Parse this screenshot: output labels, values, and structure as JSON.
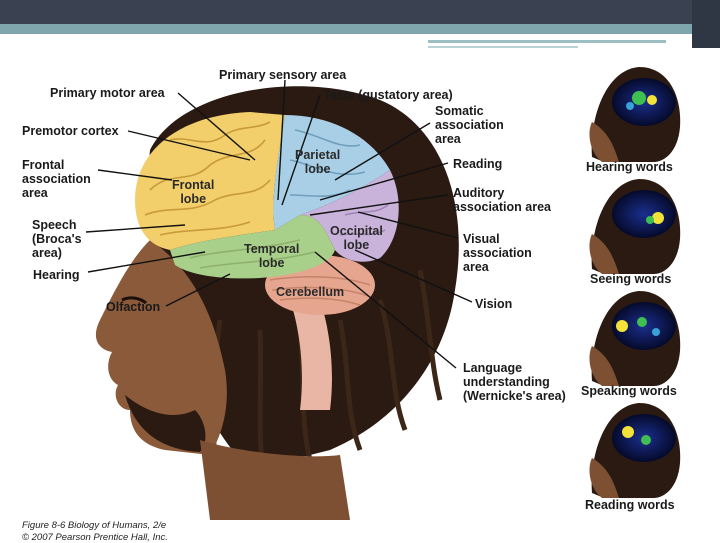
{
  "labels": {
    "primary_sensory": "Primary sensory area",
    "primary_motor": "Primary motor area",
    "taste": "Taste (gustatory area)",
    "somatic": "Somatic\nassociation\narea",
    "premotor": "Premotor cortex",
    "frontal_assoc": "Frontal\nassociation\narea",
    "reading": "Reading",
    "auditory_assoc": "Auditory\nassociation area",
    "speech": "Speech\n(Broca's\narea)",
    "visual_assoc": "Visual\nassociation\narea",
    "hearing": "Hearing",
    "olfaction": "Olfaction",
    "vision": "Vision",
    "language": "Language\nunderstanding\n(Wernicke's area)"
  },
  "lobes": {
    "parietal": "Parietal\nlobe",
    "frontal": "Frontal\nlobe",
    "temporal": "Temporal\nlobe",
    "occipital": "Occipital\nlobe",
    "cerebellum": "Cerebellum"
  },
  "scans": [
    {
      "caption": "Hearing words"
    },
    {
      "caption": "Seeing words"
    },
    {
      "caption": "Speaking words"
    },
    {
      "caption": "Reading words"
    }
  ],
  "credit": {
    "line1": "Figure 8-6 Biology of Humans, 2/e",
    "line2": "© 2007 Pearson Prentice Hall, Inc."
  },
  "colors": {
    "frontal": "#f2cf6a",
    "parietal": "#a9cfe6",
    "temporal": "#a8d08a",
    "occipital": "#c9b3da",
    "cerebellum": "#e6a58e",
    "skin": "#8a5a3a",
    "hair": "#2a1a12"
  }
}
